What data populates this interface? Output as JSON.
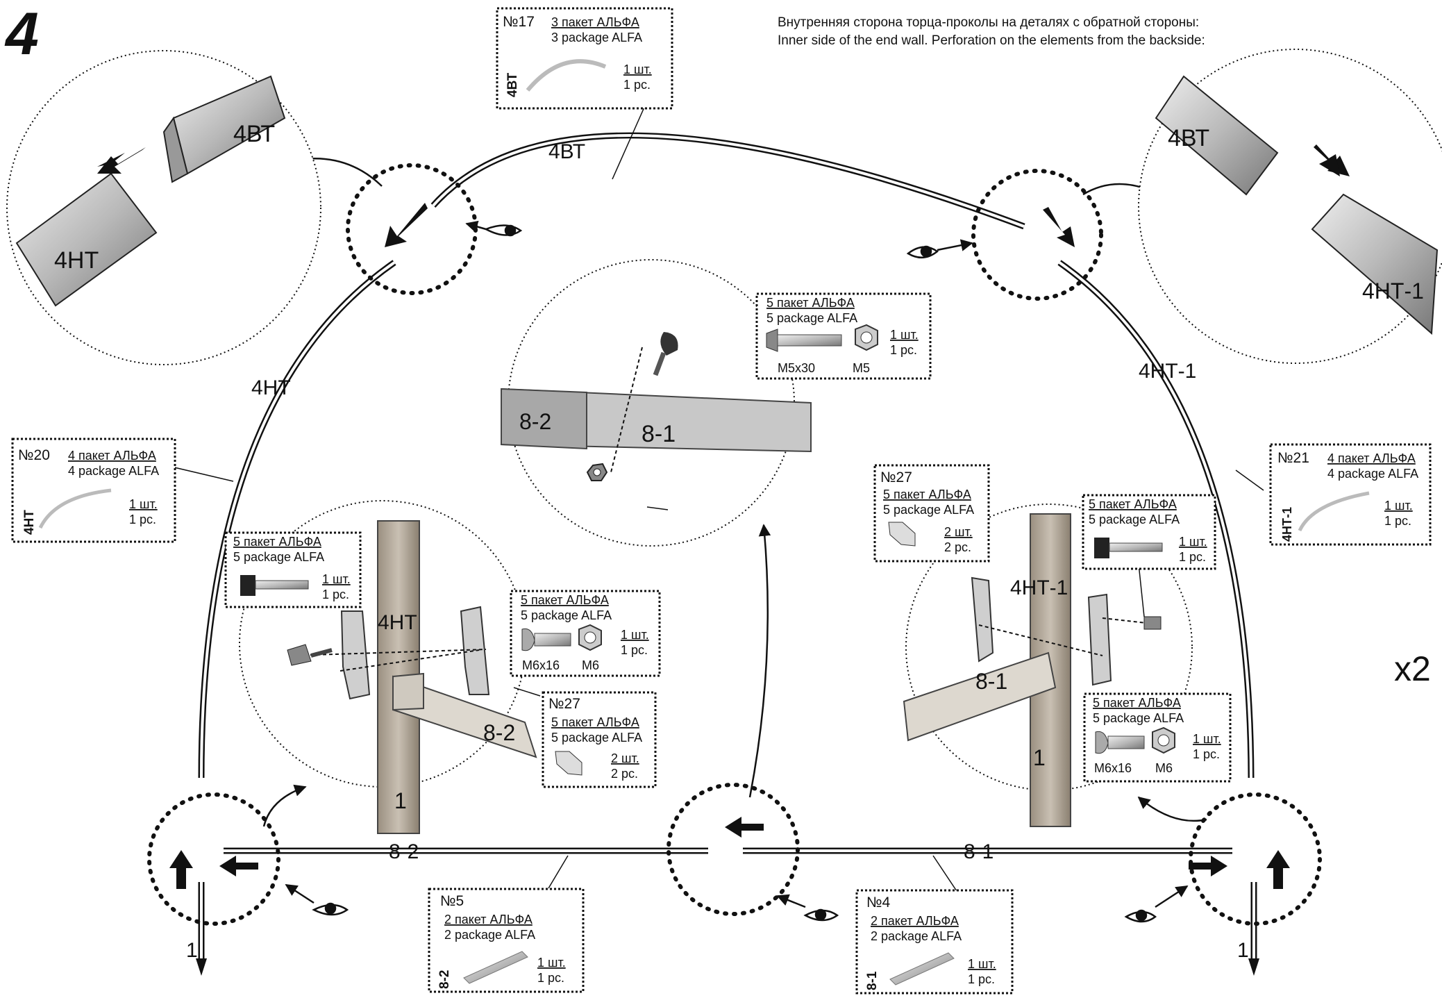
{
  "step_number": "4",
  "multiplier": "x2",
  "instruction": {
    "ru": "Внутренняя сторона торца-проколы на деталях с обратной стороны:",
    "en": "Inner side of the end wall. Perforation on the elements from the backside:"
  },
  "arc_labels": {
    "top": "4ВТ",
    "left": "4НТ",
    "right": "4НТ-1",
    "base_left": "8-2",
    "base_right": "8-1",
    "post_left": "1",
    "post_right": "1"
  },
  "zoom_labels": {
    "tl_upper": "4ВТ",
    "tl_lower": "4НТ",
    "tr_upper": "4ВТ",
    "tr_lower": "4НТ-1",
    "center_left": "8-2",
    "center_right": "8-1",
    "ll_post_label": "4НТ",
    "ll_beam": "8-2",
    "ll_post": "1",
    "lr_post_label": "4НТ-1",
    "lr_beam": "8-1",
    "lr_post": "1"
  },
  "parts": [
    {
      "key": "p17",
      "num": "№17",
      "pkg_ru": "3 пакет АЛЬФА",
      "pkg_en": "3 package ALFA",
      "side": "4ВТ",
      "qty_ru": "1 шт.",
      "qty_en": "1 pc."
    },
    {
      "key": "p20",
      "num": "№20",
      "pkg_ru": "4 пакет АЛЬФА",
      "pkg_en": "4 package ALFA",
      "side": "4НТ",
      "qty_ru": "1 шт.",
      "qty_en": "1 pc."
    },
    {
      "key": "p21",
      "num": "№21",
      "pkg_ru": "4 пакет АЛЬФА",
      "pkg_en": "4 package ALFA",
      "side": "4НТ-1",
      "qty_ru": "1 шт.",
      "qty_en": "1 pc."
    },
    {
      "key": "p5",
      "num": "№5",
      "pkg_ru": "2 пакет АЛЬФА",
      "pkg_en": "2 package ALFA",
      "side": "8-2",
      "qty_ru": "1 шт.",
      "qty_en": "1 pc."
    },
    {
      "key": "p4",
      "num": "№4",
      "pkg_ru": "2 пакет АЛЬФА",
      "pkg_en": "2 package ALFA",
      "side": "8-1",
      "qty_ru": "1 шт.",
      "qty_en": "1 pc."
    }
  ],
  "hardware": {
    "bolt_m5": {
      "pkg_ru": "5 пакет АЛЬФА",
      "pkg_en": "5 package ALFA",
      "qty_ru": "1 шт.",
      "qty_en": "1 pc.",
      "bolt": "M5x30",
      "nut": "M5"
    },
    "screw_left": {
      "pkg_ru": "5 пакет АЛЬФА",
      "pkg_en": "5 package ALFA",
      "qty_ru": "1 шт.",
      "qty_en": "1 pc."
    },
    "bolt_m6_left": {
      "pkg_ru": "5 пакет АЛЬФА",
      "pkg_en": "5 package ALFA",
      "qty_ru": "1 шт.",
      "qty_en": "1 pc.",
      "bolt": "M6x16",
      "nut": "M6"
    },
    "bracket_left": {
      "num": "№27",
      "pkg_ru": "5 пакет АЛЬФА",
      "pkg_en": "5 package ALFA",
      "qty_ru": "2 шт.",
      "qty_en": "2 pc."
    },
    "bracket_right": {
      "num": "№27",
      "pkg_ru": "5 пакет АЛЬФА",
      "pkg_en": "5 package ALFA",
      "qty_ru": "2 шт.",
      "qty_en": "2 pc."
    },
    "screw_right": {
      "pkg_ru": "5 пакет АЛЬФА",
      "pkg_en": "5 package ALFA",
      "qty_ru": "1 шт.",
      "qty_en": "1 pc."
    },
    "bolt_m6_right": {
      "pkg_ru": "5 пакет АЛЬФА",
      "pkg_en": "5 package ALFA",
      "qty_ru": "1 шт.",
      "qty_en": "1 pc.",
      "bolt": "M6x16",
      "nut": "M6"
    }
  }
}
